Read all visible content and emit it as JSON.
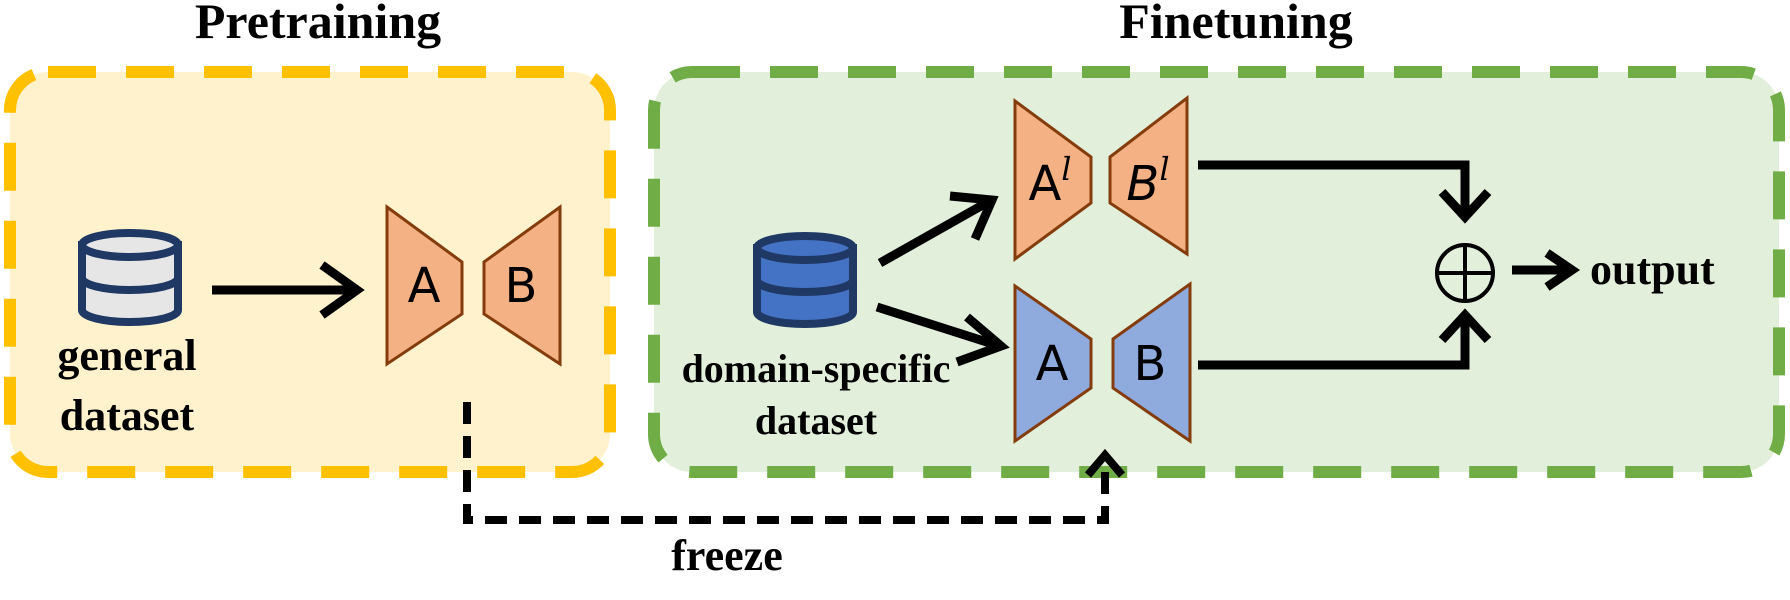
{
  "titles": {
    "pretraining": "Pretraining",
    "finetuning": "Finetuning"
  },
  "labels": {
    "general_dataset_line1": "general",
    "general_dataset_line2": "dataset",
    "domain_dataset_line1": "domain-specific",
    "domain_dataset_line2": "dataset",
    "output": "output",
    "freeze": "freeze"
  },
  "blocks": {
    "pretrain_a": "A",
    "pretrain_b": "B",
    "lora_a": "A",
    "lora_a_sup": "l",
    "lora_b": "B",
    "lora_b_sup": "l",
    "frozen_a": "A",
    "frozen_b": "B"
  },
  "colors": {
    "pretrain_border": "#ffc000",
    "pretrain_fill": "#fff2cc",
    "finetune_border": "#70ad47",
    "finetune_fill": "#e2efda",
    "orange_block": "#f4b183",
    "blue_block": "#8faadc",
    "block_stroke": "#843c0c",
    "general_db": "#e7e6e6",
    "domain_db": "#4472c4",
    "db_stroke": "#1f3864"
  }
}
